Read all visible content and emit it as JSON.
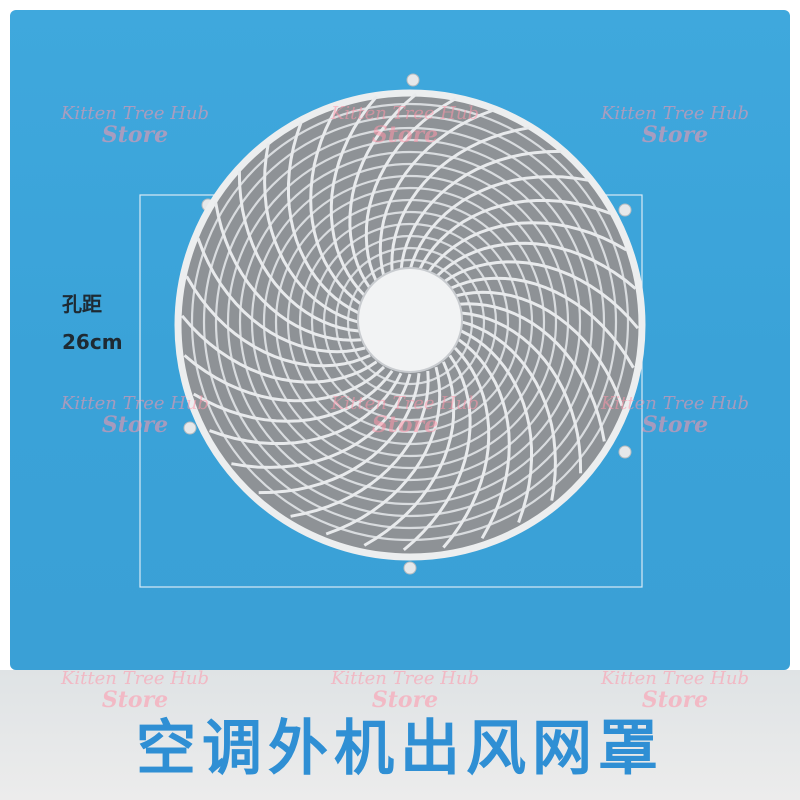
{
  "labels": {
    "hole_spacing": "孔距",
    "hole_spacing_value": "26cm"
  },
  "caption": "空调外机出风网罩",
  "watermark": {
    "line1": "Kitten Tree Hub",
    "line2": "Store"
  },
  "colors": {
    "background_blue": "#3aa2d8",
    "caption_blue": "#2f8fd4",
    "grille": "#d9dcdf",
    "bottom_band": "#e6e6e6"
  }
}
